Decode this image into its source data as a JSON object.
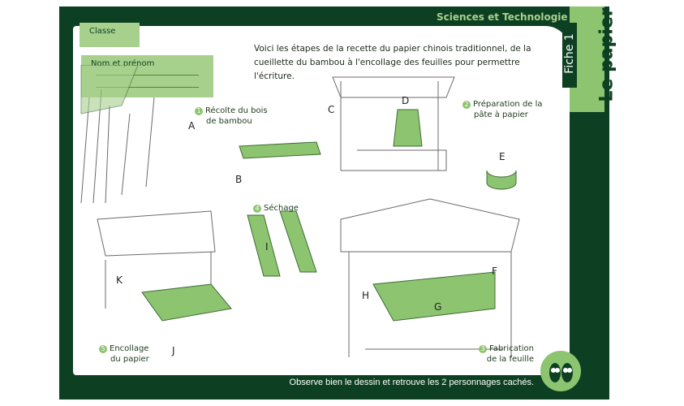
{
  "header": {
    "subject": "Sciences et Technologie",
    "fiche": "Fiche 1",
    "title": "Le papier"
  },
  "form": {
    "class_label": "Classe",
    "name_label": "Nom et prénom"
  },
  "intro": "Voici les étapes de la recette du papier chinois traditionnel, de la cueillette du bambou à l'encollage des feuilles pour permettre l'écriture.",
  "steps": [
    {
      "num": "1",
      "line1": "Récolte du bois",
      "line2": "de bambou"
    },
    {
      "num": "2",
      "line1": "Préparation de la",
      "line2": "pâte à papier"
    },
    {
      "num": "3",
      "line1": "Fabrication",
      "line2": "de la feuille"
    },
    {
      "num": "4",
      "line1": "Séchage",
      "line2": ""
    },
    {
      "num": "5",
      "line1": "Encollage",
      "line2": "du papier"
    }
  ],
  "letters": {
    "A": "A",
    "B": "B",
    "C": "C",
    "D": "D",
    "E": "E",
    "F": "F",
    "G": "G",
    "H": "H",
    "I": "I",
    "J": "J",
    "K": "K"
  },
  "footer": "Observe bien le dessin et retrouve les 2 personnages cachés.",
  "colors": {
    "dark_green": "#0d4022",
    "light_green": "#8dc46f",
    "pale_green": "#a8d08d"
  }
}
